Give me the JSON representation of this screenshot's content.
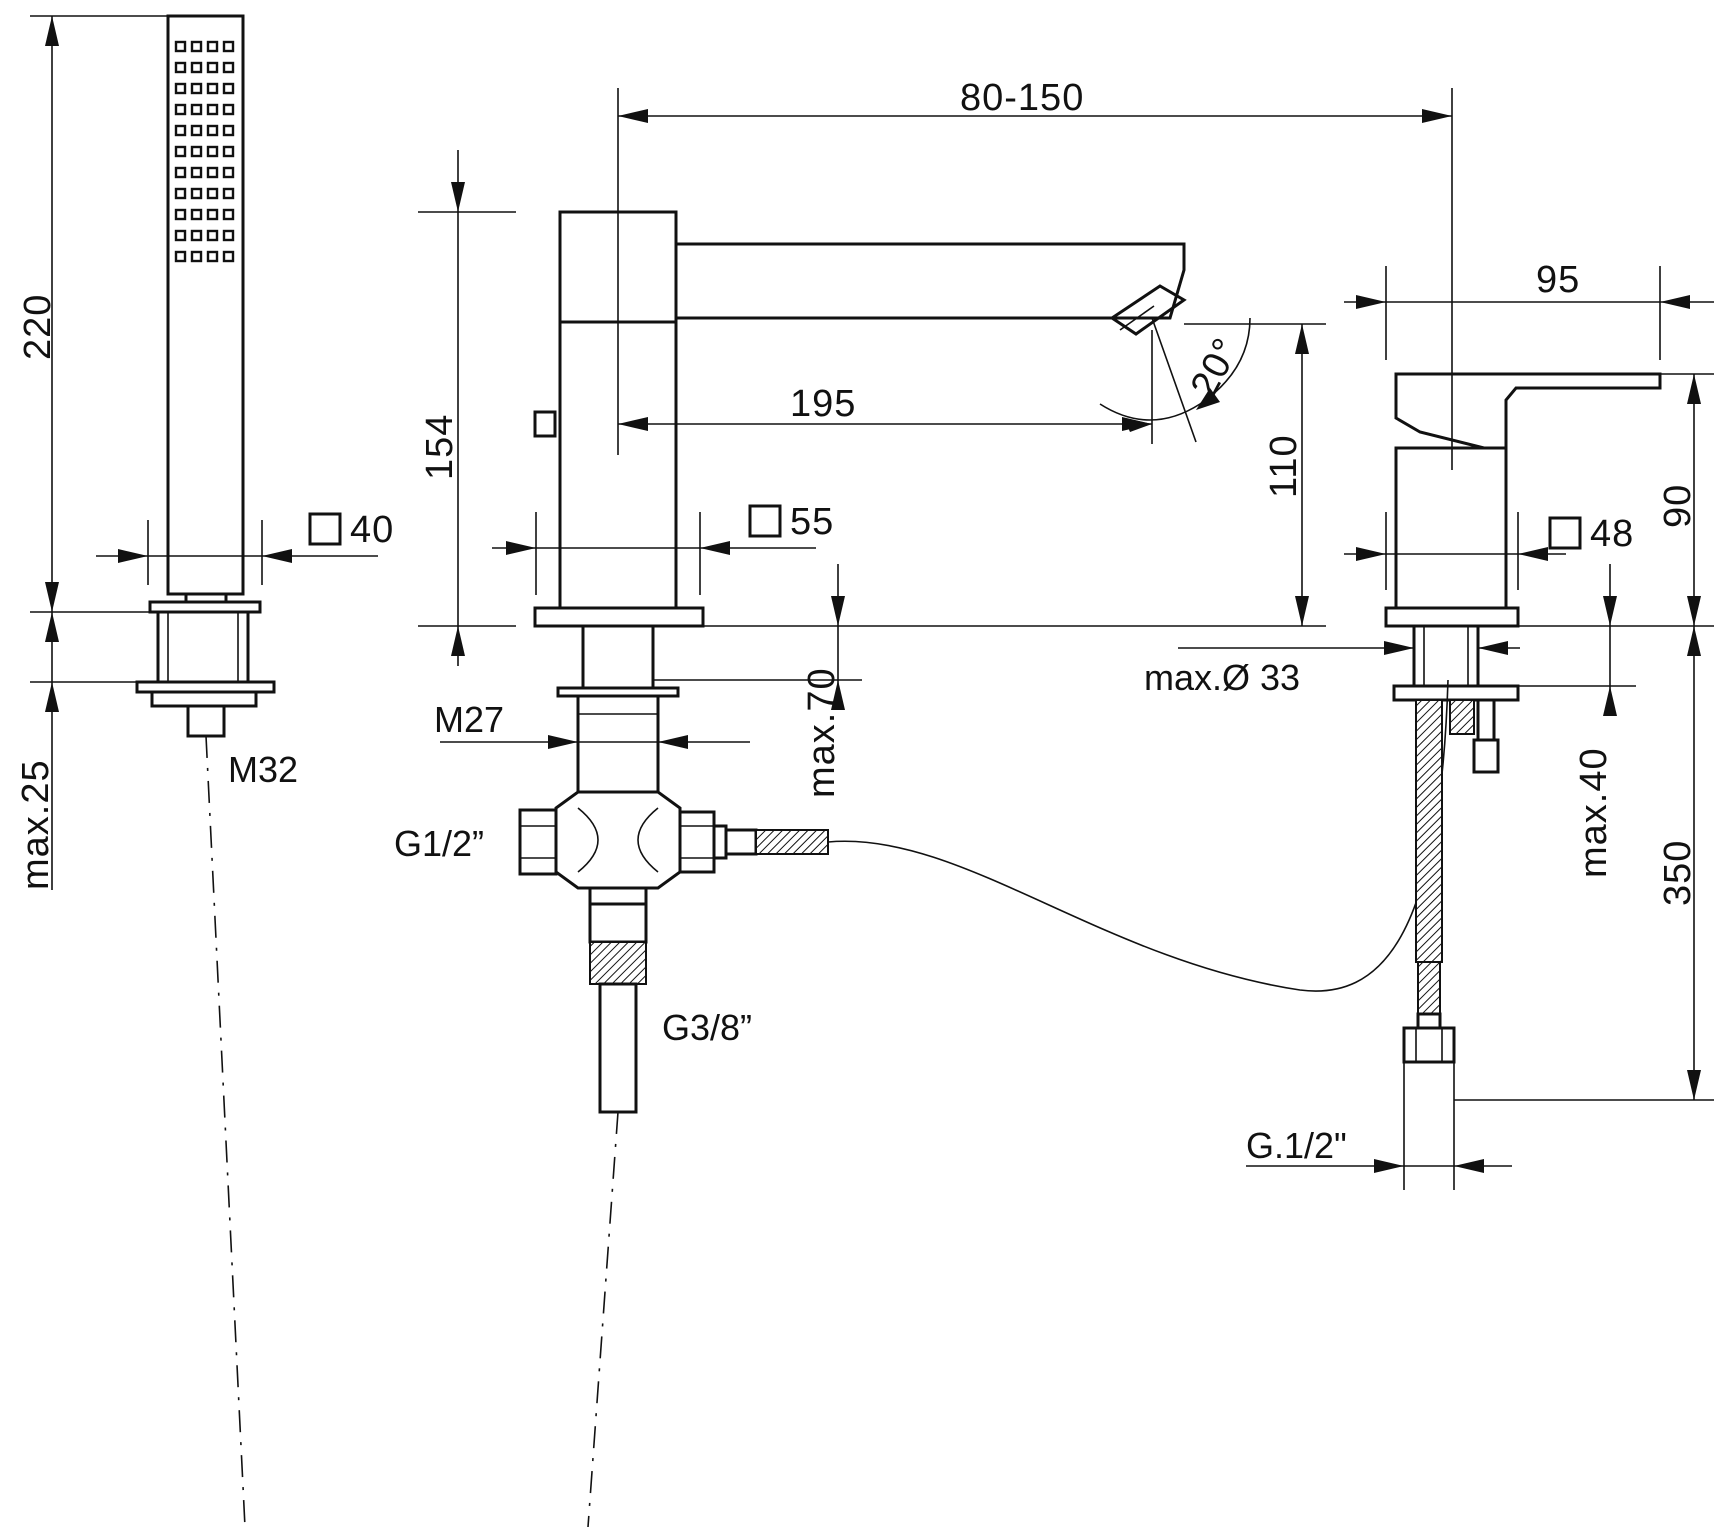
{
  "dimensions": {
    "handshower_height": "220",
    "handshower_square": "40",
    "handshower_deck_max": "max.25",
    "handshower_thread": "M32",
    "spout_spacing": "80-150",
    "spout_height": "154",
    "spout_square": "55",
    "spout_reach": "195",
    "spout_angle": "20°",
    "spout_outlet_height": "110",
    "spout_deck_max": "max.70",
    "spout_thread": "M27",
    "diverter_inlet": "G1/2”",
    "diverter_outlet": "G3/8”",
    "mixer_width": "95",
    "mixer_height": "90",
    "mixer_square": "48",
    "mixer_hole_max": "max.Ø 33",
    "mixer_deck_max": "max.40",
    "mixer_hose_length": "350",
    "mixer_connection": "G.1/2\""
  }
}
